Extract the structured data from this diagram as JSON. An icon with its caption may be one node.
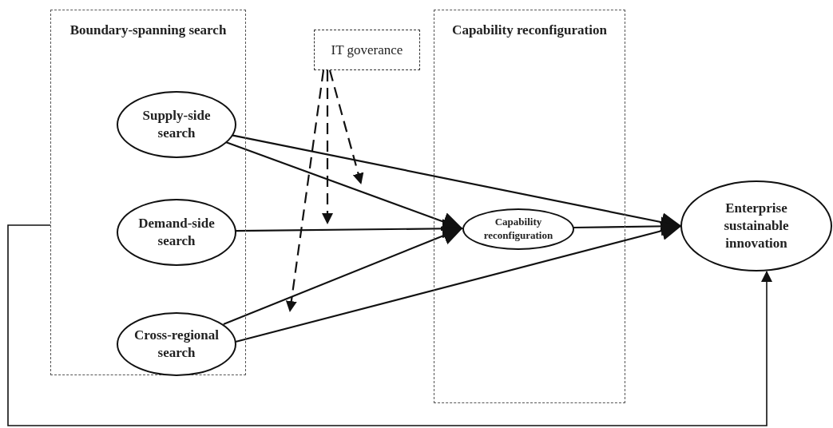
{
  "diagram": {
    "nodes": [
      {
        "text": [
          "Boundary-spanning search"
        ]
      },
      {
        "text": [
          "Supply-side search"
        ],
        "in": 0
      },
      {
        "text": [
          "Demand-side search"
        ],
        "in": 0
      },
      {
        "text": [
          "Cross-regional search"
        ],
        "in": 0
      },
      {
        "text": [
          "IT goverance"
        ]
      },
      {
        "text": [
          "Capability reconfiguration"
        ]
      },
      {
        "text": [
          "Capability reconfiguration"
        ],
        "in": 5
      },
      {
        "text": [
          "Enterprise sustainable innovation"
        ]
      }
    ],
    "edges": [
      {
        "from": 1,
        "to": 6,
        "arrow": "to"
      },
      {
        "from": 2,
        "to": 6,
        "arrow": "to"
      },
      {
        "from": 3,
        "to": 6,
        "arrow": "to"
      },
      {
        "from": 1,
        "to": 7,
        "arrow": "to"
      },
      {
        "from": 6,
        "to": 7,
        "arrow": "to"
      },
      {
        "from": 3,
        "to": 7,
        "arrow": "to"
      },
      {
        "from": 4,
        "to": null,
        "arrow": "to",
        "style": "dashed"
      },
      {
        "from": 4,
        "to": null,
        "arrow": "to",
        "style": "dashed"
      },
      {
        "from": 4,
        "to": null,
        "arrow": "to",
        "style": "dashed"
      },
      {
        "from": 0,
        "to": 7,
        "arrow": "to"
      }
    ]
  }
}
